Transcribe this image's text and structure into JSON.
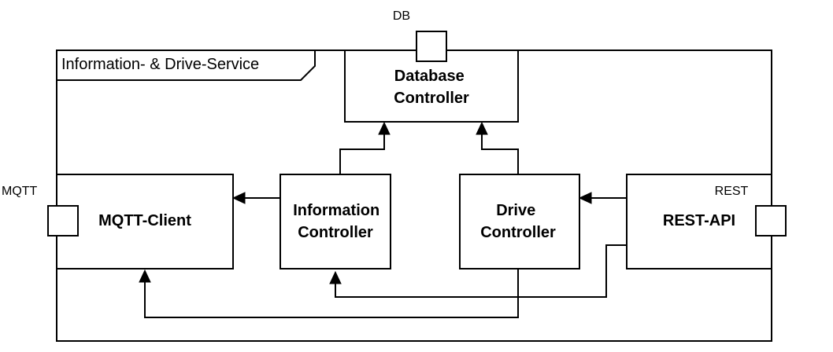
{
  "frame": {
    "label": "Information- & Drive-Service"
  },
  "ports": {
    "db": "DB",
    "mqtt": "MQTT",
    "rest": "REST"
  },
  "components": {
    "database_controller": [
      "Database",
      "Controller"
    ],
    "mqtt_client": [
      "MQTT-Client"
    ],
    "information_controller": [
      "Information",
      "Controller"
    ],
    "drive_controller": [
      "Drive",
      "Controller"
    ],
    "rest_api": [
      "REST-API"
    ]
  },
  "colors": {
    "stroke": "#000000",
    "fill": "#ffffff"
  }
}
